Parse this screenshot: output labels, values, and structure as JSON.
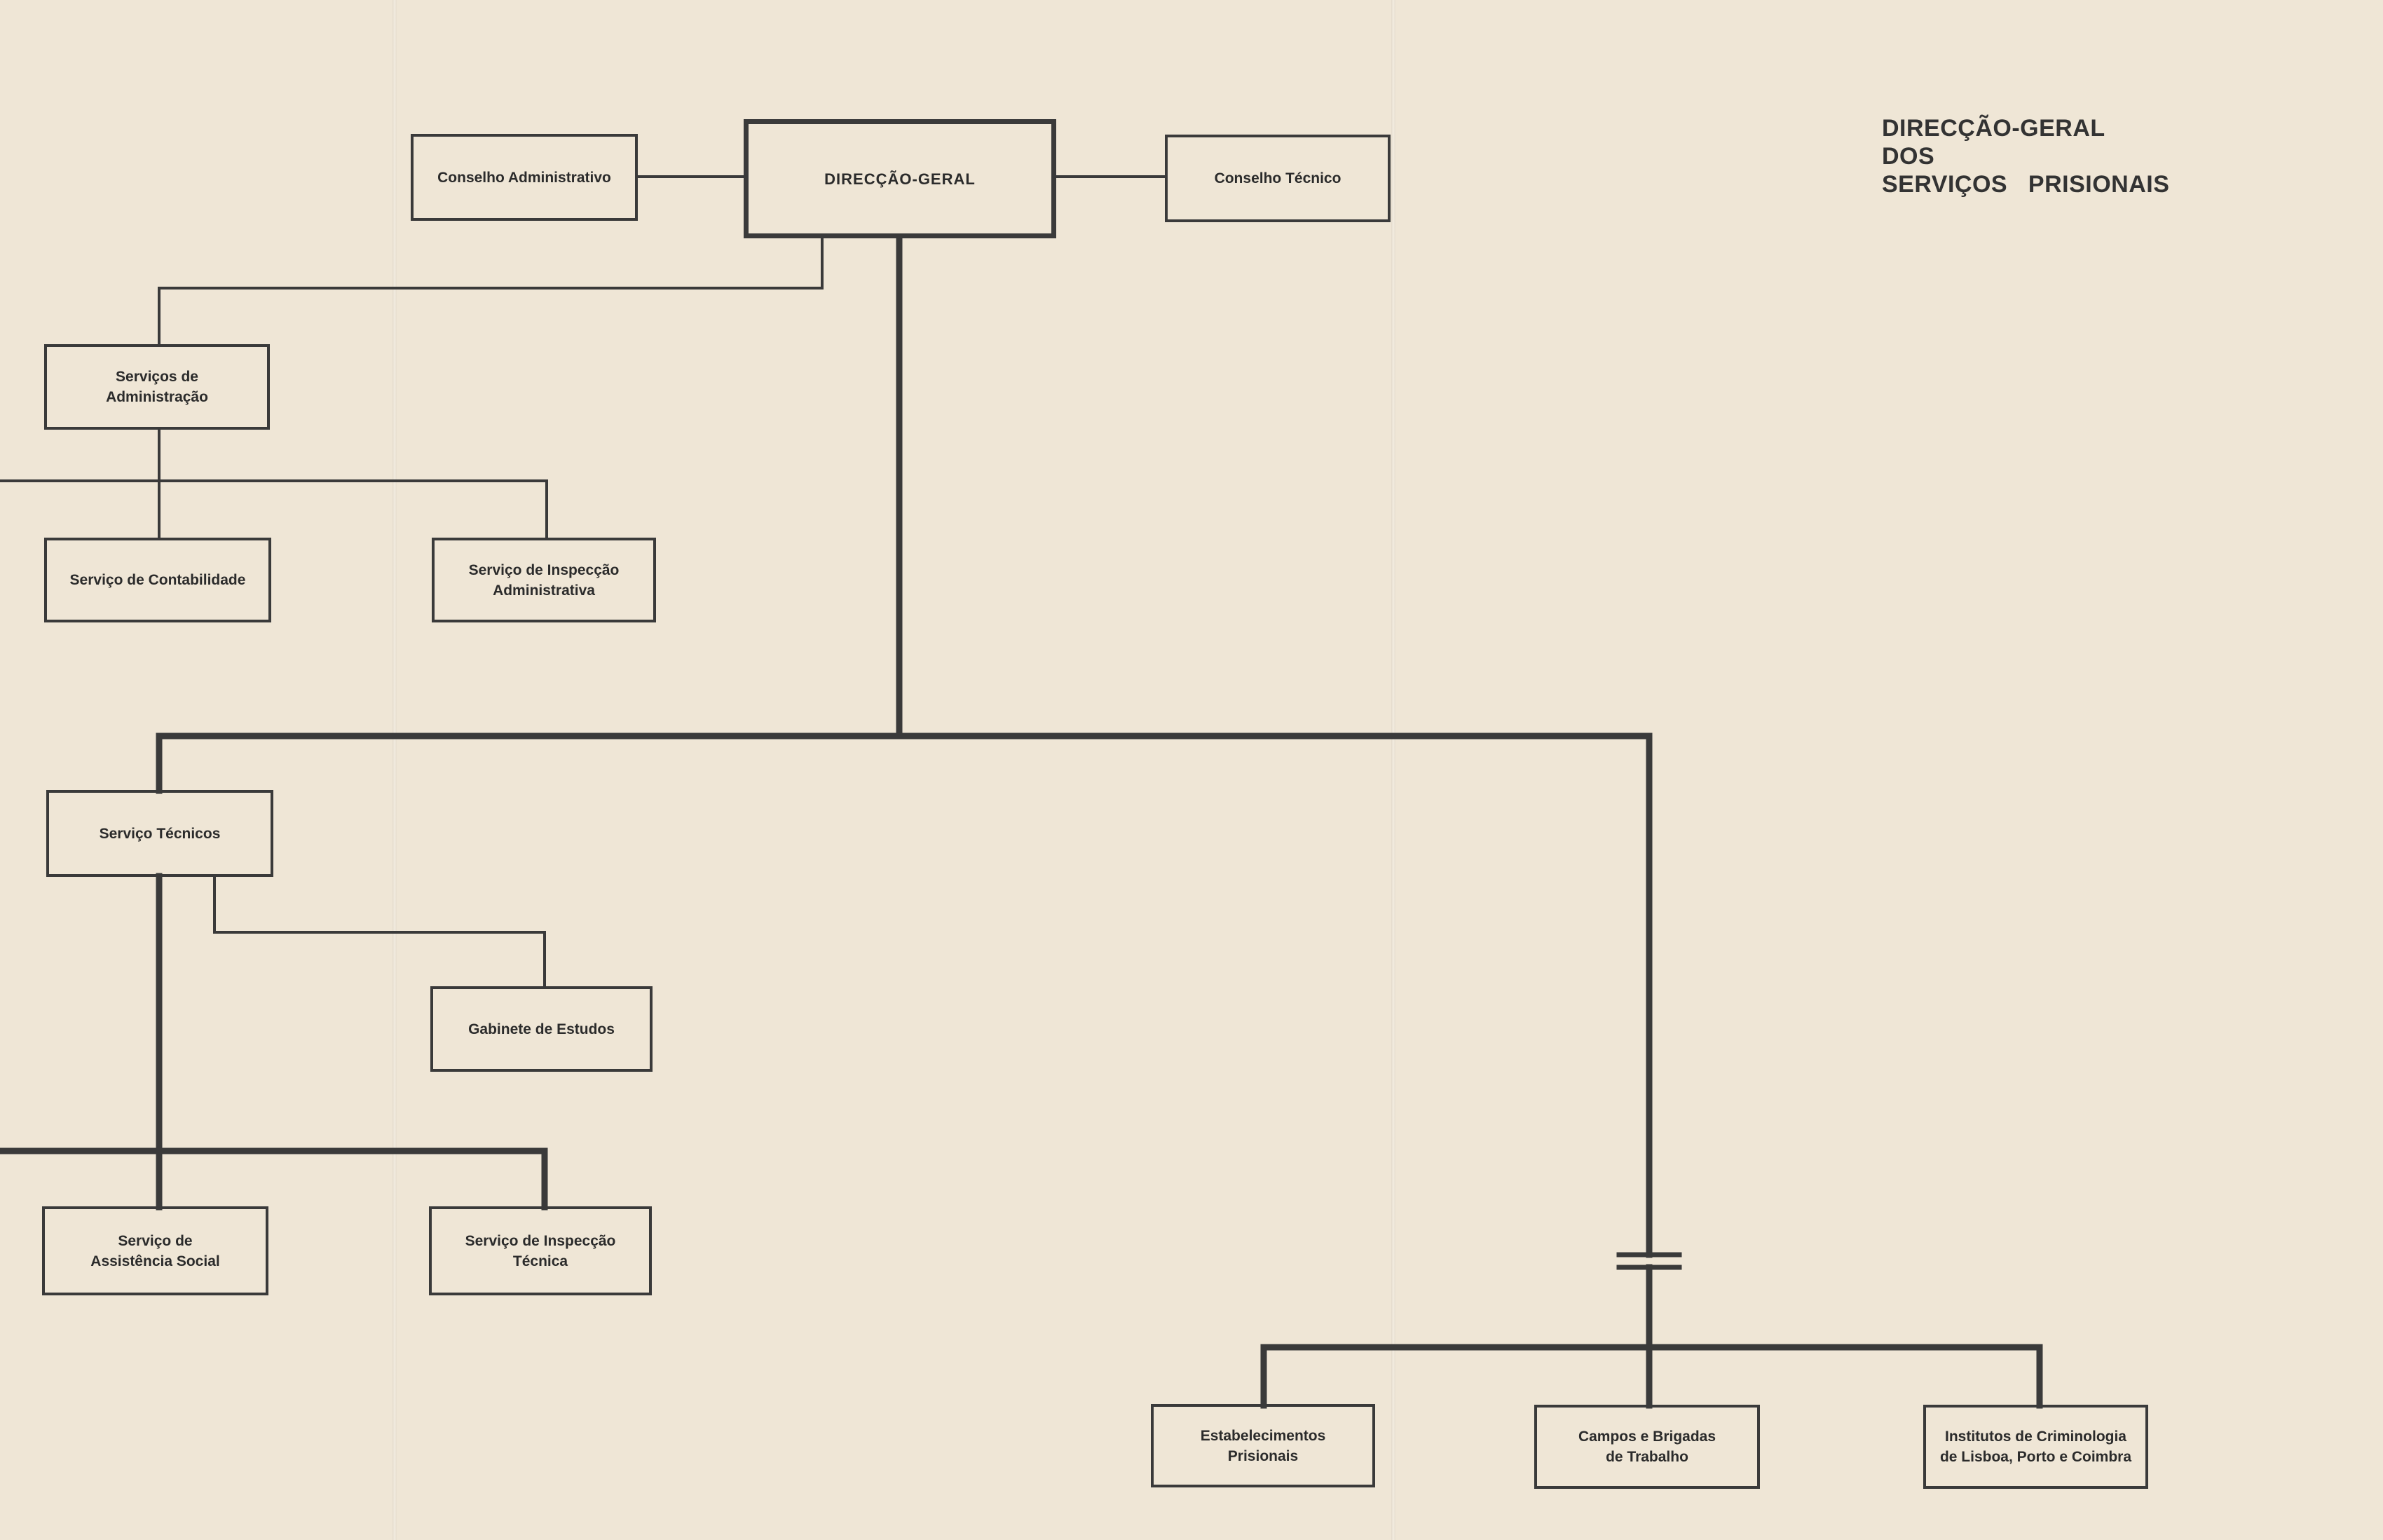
{
  "title": {
    "line1": "DIRECÇÃO-GERAL",
    "line2": "DOS",
    "line3": "SERVIÇOS   PRISIONAIS"
  },
  "nodes": {
    "direccao_geral": "DIRECÇÃO-GERAL",
    "conselho_administrativo": "Conselho Administrativo",
    "conselho_tecnico": "Conselho Técnico",
    "servicos_administracao": "Serviços de\nAdministração",
    "servico_contabilidade": "Serviço de Contabilidade",
    "servico_inspeccao_administrativa": "Serviço de Inspecção\nAdministrativa",
    "servico_tecnicos": "Serviço Técnicos",
    "gabinete_estudos": "Gabinete de Estudos",
    "servico_assistencia_social": "Serviço de\nAssistência Social",
    "servico_inspeccao_tecnica": "Serviço de Inspecção\nTécnica",
    "estabelecimentos_prisionais": "Estabelecimentos\nPrisionais",
    "campos_brigadas": "Campos e Brigadas\nde Trabalho",
    "institutos_criminologia": "Institutos de Criminologia\nde Lisboa, Porto e Coimbra"
  },
  "colors": {
    "paper": "#efe6d6",
    "line": "#3a3a3a"
  }
}
